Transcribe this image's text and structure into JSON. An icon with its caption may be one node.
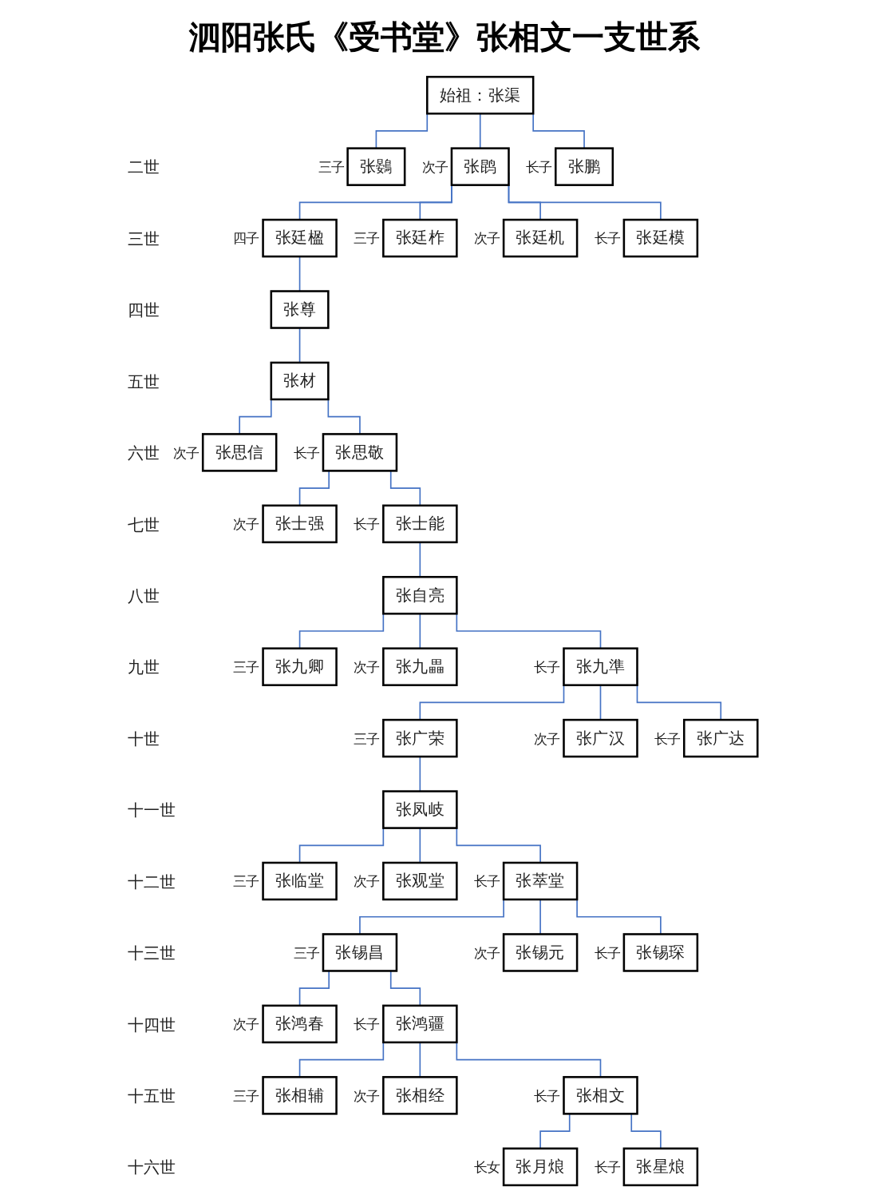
{
  "diagram": {
    "title": "泗阳张氏《受书堂》张相文一支世系",
    "nodes": [
      {
        "text": [
          "始祖：张渠"
        ]
      },
      {
        "text": [
          "张鷃"
        ],
        "beside": [
          "三子"
        ]
      },
      {
        "text": [
          "张鹍"
        ],
        "beside": [
          "次子"
        ]
      },
      {
        "text": [
          "张鹏"
        ],
        "beside": [
          "长子"
        ]
      },
      {
        "text": [
          "张廷楹"
        ],
        "beside": [
          "四子"
        ]
      },
      {
        "text": [
          "张廷柞"
        ],
        "beside": [
          "三子"
        ]
      },
      {
        "text": [
          "张廷机"
        ],
        "beside": [
          "次子"
        ]
      },
      {
        "text": [
          "张廷模"
        ],
        "beside": [
          "长子"
        ]
      },
      {
        "text": [
          "张尊"
        ]
      },
      {
        "text": [
          "张材"
        ]
      },
      {
        "text": [
          "张思信"
        ],
        "beside": [
          "次子"
        ]
      },
      {
        "text": [
          "张思敬"
        ],
        "beside": [
          "长子"
        ]
      },
      {
        "text": [
          "张士强"
        ],
        "beside": [
          "次子"
        ]
      },
      {
        "text": [
          "张士能"
        ],
        "beside": [
          "长子"
        ]
      },
      {
        "text": [
          "张自亮"
        ]
      },
      {
        "text": [
          "张九卿"
        ],
        "beside": [
          "三子"
        ]
      },
      {
        "text": [
          "张九畾"
        ],
        "beside": [
          "次子"
        ]
      },
      {
        "text": [
          "张九準"
        ],
        "beside": [
          "长子"
        ]
      },
      {
        "text": [
          "张广荣"
        ],
        "beside": [
          "三子"
        ]
      },
      {
        "text": [
          "张广汉"
        ],
        "beside": [
          "次子"
        ]
      },
      {
        "text": [
          "张广达"
        ],
        "beside": [
          "长子"
        ]
      },
      {
        "text": [
          "张凤岐"
        ]
      },
      {
        "text": [
          "张临堂"
        ],
        "beside": [
          "三子"
        ]
      },
      {
        "text": [
          "张观堂"
        ],
        "beside": [
          "次子"
        ]
      },
      {
        "text": [
          "张萃堂"
        ],
        "beside": [
          "长子"
        ]
      },
      {
        "text": [
          "张锡昌"
        ],
        "beside": [
          "三子"
        ]
      },
      {
        "text": [
          "张锡元"
        ],
        "beside": [
          "次子"
        ]
      },
      {
        "text": [
          "张锡琛"
        ],
        "beside": [
          "长子"
        ]
      },
      {
        "text": [
          "张鸿春"
        ],
        "beside": [
          "次子"
        ]
      },
      {
        "text": [
          "张鸿疆"
        ],
        "beside": [
          "长子"
        ]
      },
      {
        "text": [
          "张相辅"
        ],
        "beside": [
          "三子"
        ]
      },
      {
        "text": [
          "张相经"
        ],
        "beside": [
          "次子"
        ]
      },
      {
        "text": [
          "张相文"
        ],
        "beside": [
          "长子"
        ]
      },
      {
        "text": [
          "张月烺"
        ],
        "beside": [
          "长女"
        ]
      },
      {
        "text": [
          "张星烺"
        ],
        "beside": [
          "长子"
        ]
      }
    ],
    "edges": [
      {
        "from": 0,
        "to": 1,
        "arrow": "none"
      },
      {
        "from": 0,
        "to": 2,
        "arrow": "none"
      },
      {
        "from": 0,
        "to": 3,
        "arrow": "none"
      },
      {
        "from": 2,
        "to": 4,
        "arrow": "none"
      },
      {
        "from": 2,
        "to": 5,
        "arrow": "none"
      },
      {
        "from": 2,
        "to": 6,
        "arrow": "none"
      },
      {
        "from": 2,
        "to": 7,
        "arrow": "none"
      },
      {
        "from": 4,
        "to": 8,
        "arrow": "none"
      },
      {
        "from": 8,
        "to": 9,
        "arrow": "none"
      },
      {
        "from": 9,
        "to": 10,
        "arrow": "none"
      },
      {
        "from": 9,
        "to": 11,
        "arrow": "none"
      },
      {
        "from": 11,
        "to": 12,
        "arrow": "none"
      },
      {
        "from": 11,
        "to": 13,
        "arrow": "none"
      },
      {
        "from": 13,
        "to": 14,
        "arrow": "none"
      },
      {
        "from": 14,
        "to": 15,
        "arrow": "none"
      },
      {
        "from": 14,
        "to": 16,
        "arrow": "none"
      },
      {
        "from": 14,
        "to": 17,
        "arrow": "none"
      },
      {
        "from": 17,
        "to": 18,
        "arrow": "none"
      },
      {
        "from": 17,
        "to": 19,
        "arrow": "none"
      },
      {
        "from": 17,
        "to": 20,
        "arrow": "none"
      },
      {
        "from": 18,
        "to": 21,
        "arrow": "none"
      },
      {
        "from": 21,
        "to": 22,
        "arrow": "none"
      },
      {
        "from": 21,
        "to": 23,
        "arrow": "none"
      },
      {
        "from": 21,
        "to": 24,
        "arrow": "none"
      },
      {
        "from": 24,
        "to": 25,
        "arrow": "none"
      },
      {
        "from": 24,
        "to": 26,
        "arrow": "none"
      },
      {
        "from": 24,
        "to": 27,
        "arrow": "none"
      },
      {
        "from": 25,
        "to": 28,
        "arrow": "none"
      },
      {
        "from": 25,
        "to": 29,
        "arrow": "none"
      },
      {
        "from": 29,
        "to": 30,
        "arrow": "none"
      },
      {
        "from": 29,
        "to": 31,
        "arrow": "none"
      },
      {
        "from": 29,
        "to": 32,
        "arrow": "none"
      },
      {
        "from": 32,
        "to": 33,
        "arrow": "none"
      },
      {
        "from": 32,
        "to": 34,
        "arrow": "none"
      }
    ],
    "labels": [
      "二世",
      "三世",
      "四世",
      "五世",
      "六世",
      "七世",
      "八世",
      "九世",
      "十世",
      "十一世",
      "十二世",
      "十三世",
      "十四世",
      "十五世",
      "十六世"
    ]
  }
}
